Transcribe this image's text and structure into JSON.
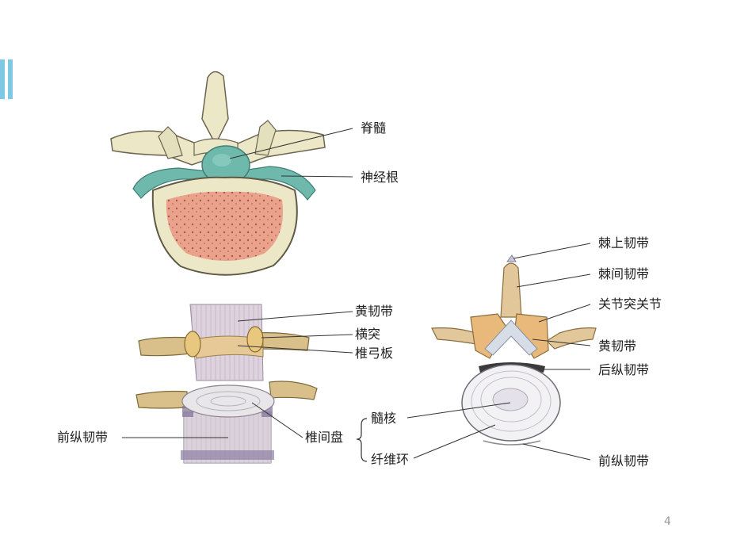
{
  "slide": {
    "page_number": "4",
    "colors": {
      "accent": "#7ec8e3",
      "bone": "#ece7c6",
      "marrow": "#eba28c",
      "nerve": "#6fb8ac",
      "disc": "#e9e6ea",
      "ligament": "#d6cbd9"
    }
  },
  "figure_top": {
    "labels": {
      "spinal_cord": "脊髓",
      "nerve_root": "神经根"
    }
  },
  "figure_bottom_left": {
    "labels": {
      "ligamentum_flavum": "黄韧带",
      "transverse_process": "横突",
      "lamina": "椎弓板",
      "intervertebral_disc": "椎间盘",
      "anterior_longitudinal_ligament": "前纵韧带"
    }
  },
  "figure_bottom_right": {
    "labels": {
      "supraspinous_ligament": "棘上韧带",
      "interspinous_ligament": "棘间韧带",
      "facet_joint": "关节突关节",
      "ligamentum_flavum": "黄韧带",
      "posterior_longitudinal_ligament": "后纵韧带",
      "nucleus_pulposus": "髓核",
      "annulus_fibrosus": "纤维环",
      "anterior_longitudinal_ligament": "前纵韧带"
    }
  }
}
